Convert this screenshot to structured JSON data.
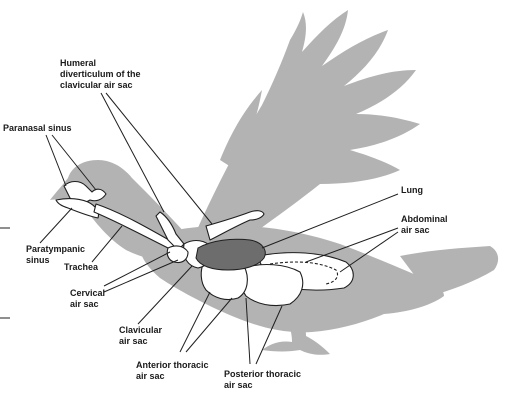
{
  "colors": {
    "silhouette": "#b3b3b3",
    "sac_fill": "#ffffff",
    "sac_stroke": "#1f1f1f",
    "lung": "#6d6d6d",
    "leader": "#1f1f1f",
    "text": "#1a1a1a"
  },
  "labels": {
    "humeral": [
      "Humeral",
      "diverticulum of the",
      "clavicular air sac"
    ],
    "paranasal": [
      "Paranasal sinus"
    ],
    "lung": [
      "Lung"
    ],
    "abdominal": [
      "Abdominal",
      "air sac"
    ],
    "paratympanic": [
      "Paratympanic",
      "sinus"
    ],
    "trachea": [
      "Trachea"
    ],
    "cervical": [
      "Cervical",
      "air sac"
    ],
    "clavicular": [
      "Clavicular",
      "air sac"
    ],
    "anterior": [
      "Anterior thoracic",
      "air sac"
    ],
    "posterior": [
      "Posterior thoracic",
      "air sac"
    ]
  }
}
